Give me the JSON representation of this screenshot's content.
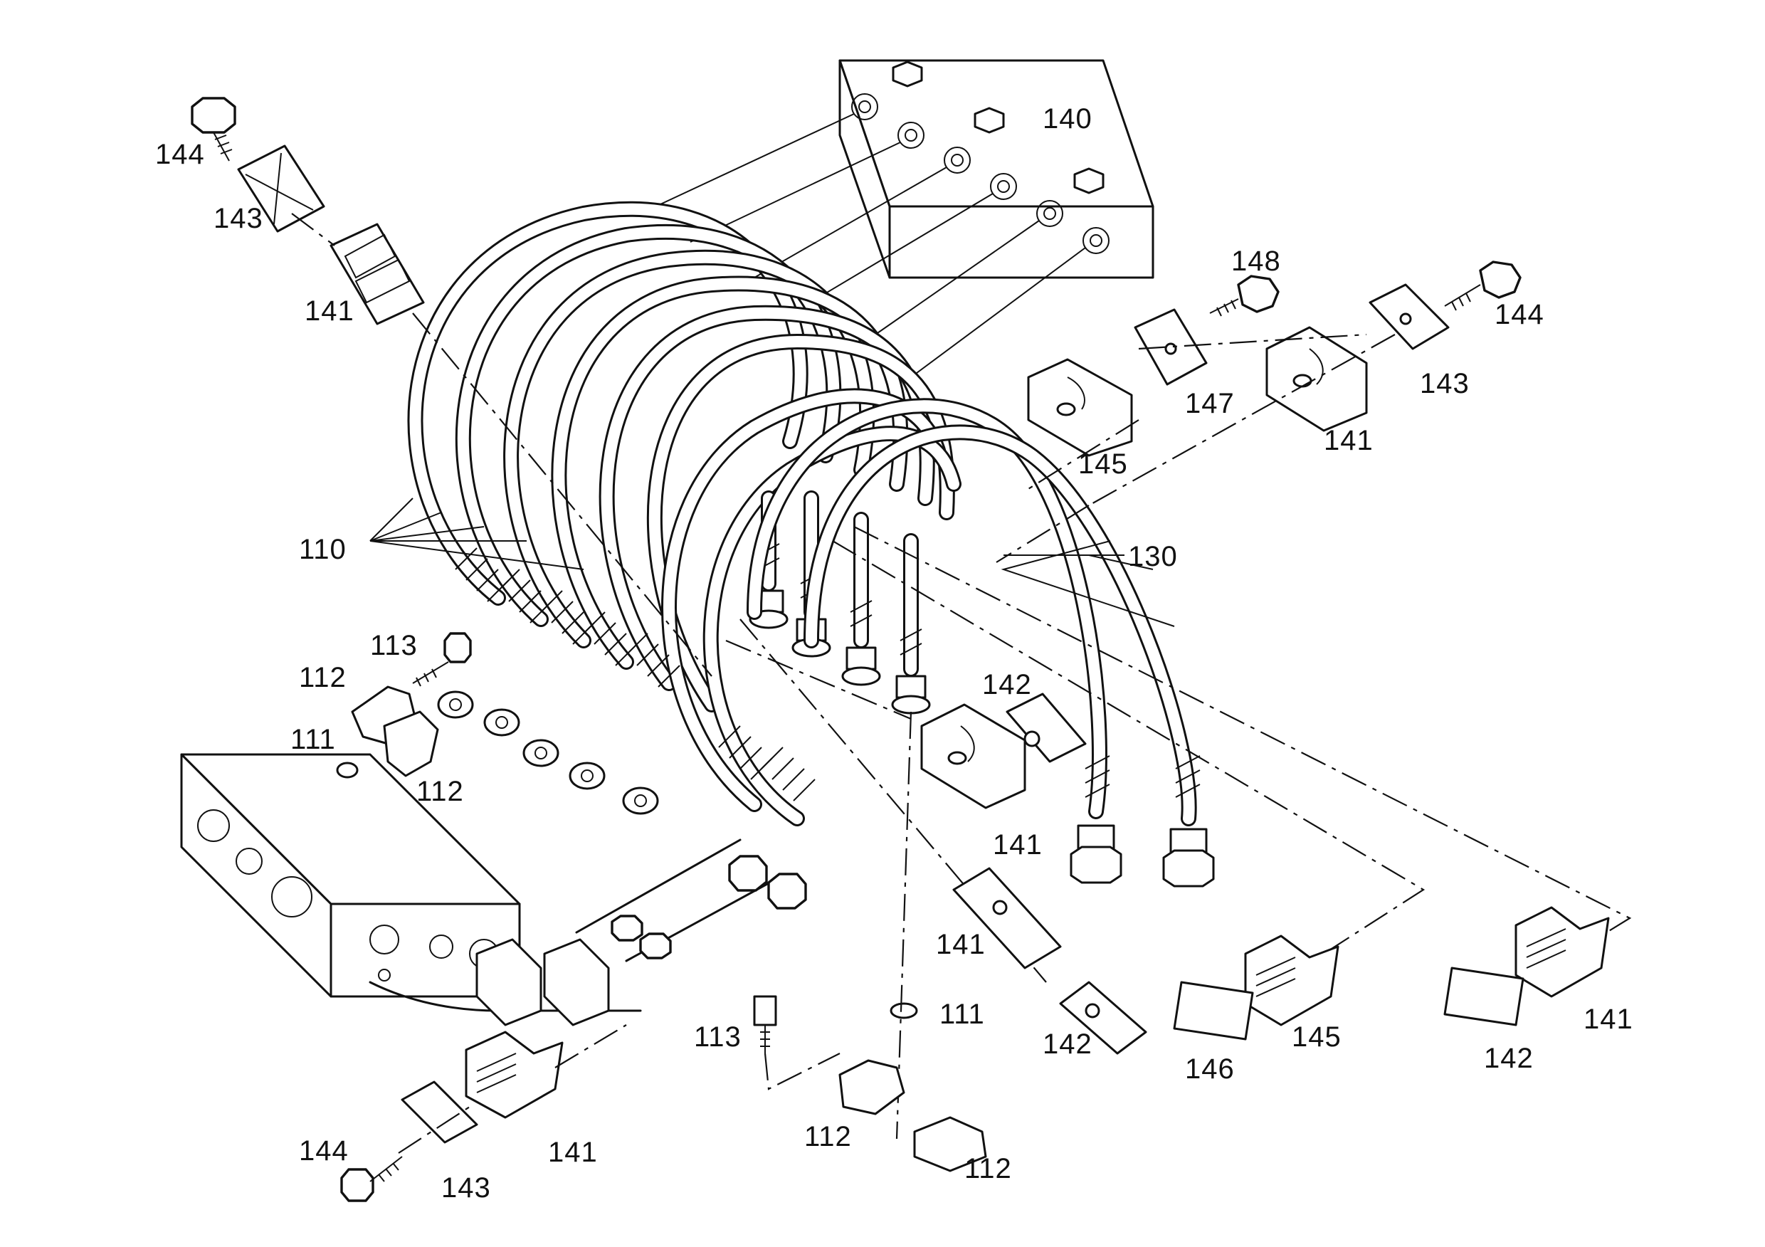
{
  "labels": {
    "l144_top": "144",
    "l143_top": "143",
    "l141_top": "141",
    "l140": "140",
    "l148": "148",
    "l144_right": "144",
    "l143_right": "143",
    "l147": "147",
    "l141_right": "141",
    "l145_top": "145",
    "l130": "130",
    "l110": "110",
    "l113_left": "113",
    "l112_a": "112",
    "l111_left": "111",
    "l112_b": "112",
    "l142_mid": "142",
    "l141_mid": "141",
    "l141_lowmid": "141",
    "l142_low": "142",
    "l145_low": "145",
    "l146": "146",
    "l142_right": "142",
    "l141_lowright": "141",
    "l113_low": "113",
    "l111_low": "111",
    "l112_low": "112",
    "l112_bottom": "112",
    "l144_bottom": "144",
    "l143_bottom": "143",
    "l141_bottom": "141"
  }
}
